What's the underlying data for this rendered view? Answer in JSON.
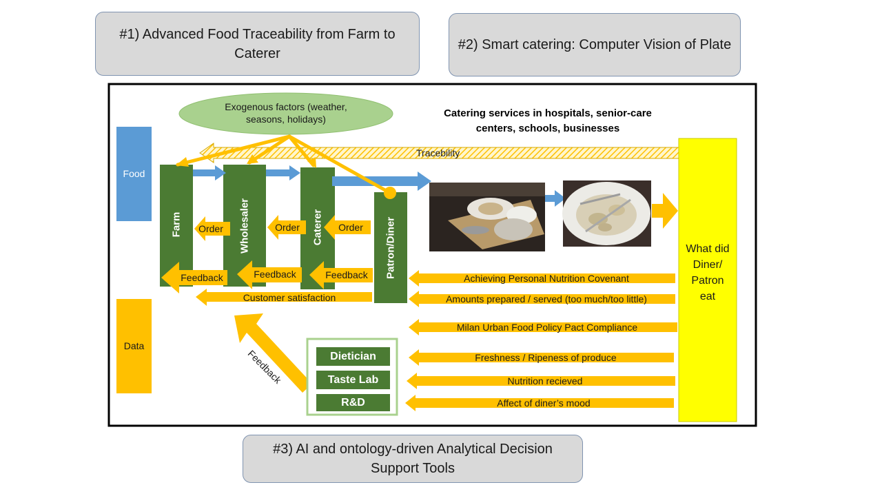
{
  "callouts": {
    "traceability": "#1) Advanced Food Traceability from Farm to Caterer",
    "smart_catering": "#2) Smart catering: Computer Vision of Plate",
    "ai_tools": "#3) AI and ontology-driven Analytical Decision Support Tools"
  },
  "exogenous": "Exogenous factors (weather, seasons, holidays)",
  "catering_heading": "Catering services in hospitals, senior-care centers, schools, businesses",
  "traceability_label": "Tracebility",
  "side_labels": {
    "food": "Food",
    "data": "Data"
  },
  "actors": {
    "farm": "Farm",
    "wholesaler": "Wholesaler",
    "caterer": "Caterer",
    "patron": "Patron/Diner"
  },
  "order_label": "Order",
  "feedback_label": "Feedback",
  "customer_satisfaction": "Customer satisfaction",
  "what_did": "What did Diner/ Patron eat",
  "data_flows": [
    "Achieving Personal Nutrition Covenant",
    "Amounts prepared / served (too much/too little)",
    "Milan Urban Food Policy Pact Compliance",
    "Freshness / Ripeness of produce",
    "Nutrition recieved",
    "Affect of diner’s mood"
  ],
  "analysts": [
    "Dietician",
    "Taste Lab",
    "R&D"
  ],
  "colors": {
    "orange": "#ffc000",
    "blue": "#5b9bd5",
    "green": "#4b7b33",
    "light_green": "#a9d18e",
    "yellow": "#ffff00"
  }
}
